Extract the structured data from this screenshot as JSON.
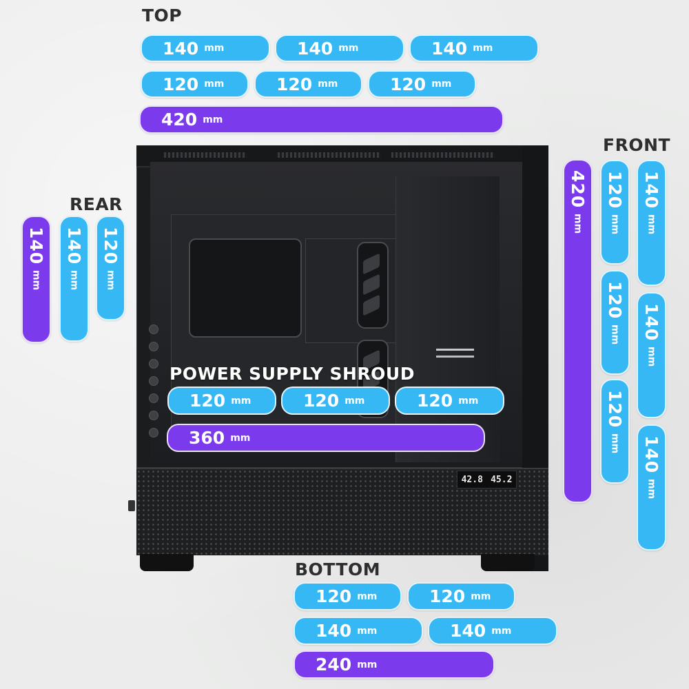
{
  "colors": {
    "blue": "#35b8f4",
    "purple": "#7c3aed",
    "heading": "#2e2e2e",
    "background": "#ebeceb"
  },
  "unit": "mm",
  "sections": {
    "top": {
      "title": "TOP",
      "pills": [
        {
          "value": "140",
          "kind": "blue"
        },
        {
          "value": "140",
          "kind": "blue"
        },
        {
          "value": "140",
          "kind": "blue"
        },
        {
          "value": "120",
          "kind": "blue"
        },
        {
          "value": "120",
          "kind": "blue"
        },
        {
          "value": "120",
          "kind": "blue"
        },
        {
          "value": "420",
          "kind": "purple"
        }
      ]
    },
    "rear": {
      "title": "REAR",
      "pills": [
        {
          "value": "140",
          "kind": "purple"
        },
        {
          "value": "140",
          "kind": "blue"
        },
        {
          "value": "120",
          "kind": "blue"
        }
      ]
    },
    "front": {
      "title": "FRONT",
      "pills": [
        {
          "value": "420",
          "kind": "purple"
        },
        {
          "value": "120",
          "kind": "blue"
        },
        {
          "value": "120",
          "kind": "blue"
        },
        {
          "value": "120",
          "kind": "blue"
        },
        {
          "value": "140",
          "kind": "blue"
        },
        {
          "value": "140",
          "kind": "blue"
        },
        {
          "value": "140",
          "kind": "blue"
        }
      ]
    },
    "shroud": {
      "title": "POWER SUPPLY SHROUD",
      "pills": [
        {
          "value": "120",
          "kind": "blue"
        },
        {
          "value": "120",
          "kind": "blue"
        },
        {
          "value": "120",
          "kind": "blue"
        },
        {
          "value": "360",
          "kind": "purple"
        }
      ]
    },
    "bottom": {
      "title": "BOTTOM",
      "pills": [
        {
          "value": "120",
          "kind": "blue"
        },
        {
          "value": "120",
          "kind": "blue"
        },
        {
          "value": "140",
          "kind": "blue"
        },
        {
          "value": "140",
          "kind": "blue"
        },
        {
          "value": "240",
          "kind": "purple"
        }
      ]
    }
  },
  "case_display": {
    "left_value": "42.8",
    "right_value": "45.2"
  }
}
